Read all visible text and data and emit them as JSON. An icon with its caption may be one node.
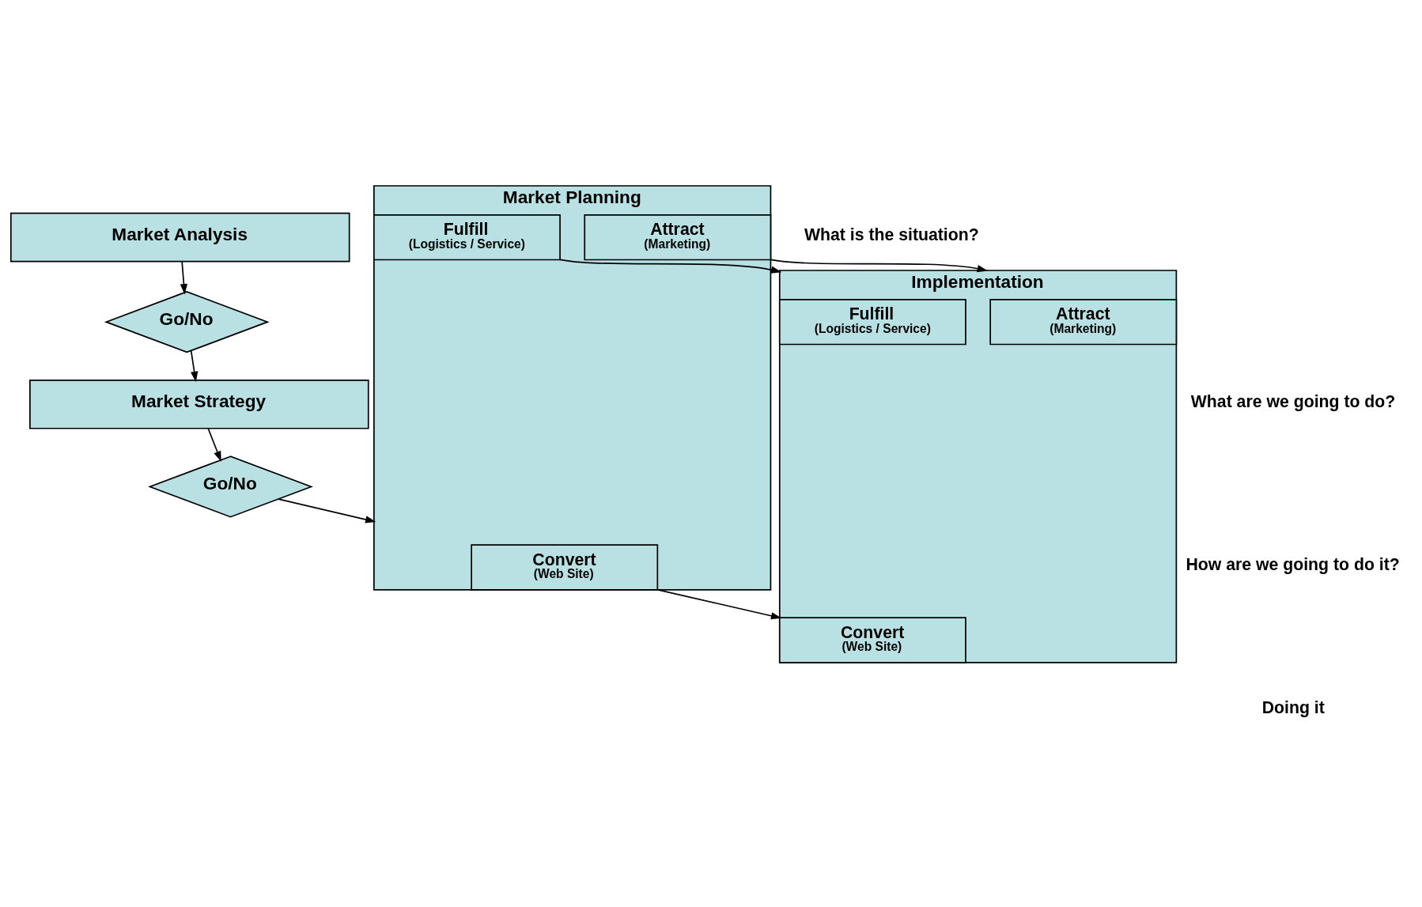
{
  "diagram": {
    "nodes": [
      {
        "text": [
          "Market Analysis"
        ]
      },
      {
        "text": [
          "Go/No"
        ]
      },
      {
        "text": [
          "Market Strategy"
        ]
      },
      {
        "text": [
          "Go/No"
        ]
      },
      {
        "text": [
          "Market Planning"
        ]
      },
      {
        "text": [
          "Attract",
          "(Marketing)"
        ],
        "in": 4
      },
      {
        "text": [
          "Convert",
          "(Web Site)"
        ],
        "in": 4
      },
      {
        "text": [
          "Fulfill",
          "(Logistics / Service)"
        ],
        "in": 4
      },
      {
        "text": [
          "Implementation"
        ]
      },
      {
        "text": [
          "Attract",
          "(Marketing)"
        ],
        "in": 8
      },
      {
        "text": [
          "Convert",
          "(Web Site)"
        ],
        "in": 8
      },
      {
        "text": [
          "Fulfill",
          "(Logistics / Service)"
        ],
        "in": 8
      }
    ],
    "edges": [
      {
        "from": 0,
        "to": 1,
        "arrow": "to"
      },
      {
        "from": 1,
        "to": 2,
        "arrow": "to"
      },
      {
        "from": 2,
        "to": 3,
        "arrow": "to"
      },
      {
        "from": 3,
        "to": 4,
        "arrow": "to"
      },
      {
        "from": 5,
        "to": 8,
        "arrow": "to"
      },
      {
        "from": 6,
        "to": 8,
        "arrow": "to"
      },
      {
        "from": 7,
        "to": 8,
        "arrow": "to"
      }
    ],
    "labels": [
      "What is the situation?",
      "What are we going to do?",
      "How are we going to do it?",
      "Doing it"
    ]
  }
}
